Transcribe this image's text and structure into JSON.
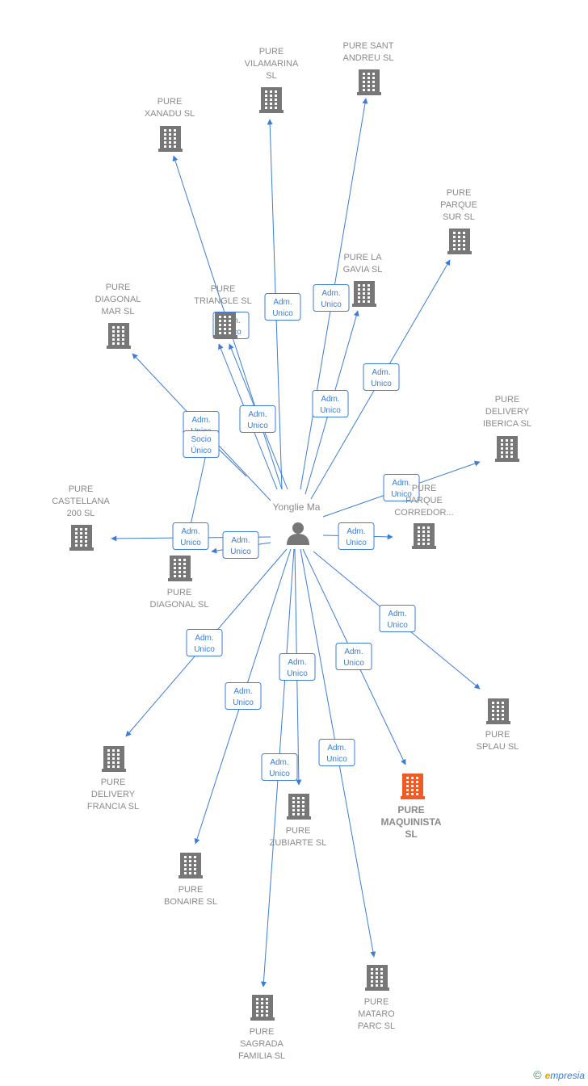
{
  "colors": {
    "edge": "#3b7dd8",
    "node": "#777777",
    "highlight": "#f15a24",
    "label": "#8a8a8a"
  },
  "center": {
    "name": "Yonglie Ma",
    "icon": "person-icon"
  },
  "nodes": [
    {
      "id": "vilamarina",
      "lines": [
        "PURE",
        "VILAMARINA",
        "SL"
      ],
      "icon": "building-icon"
    },
    {
      "id": "sant-andreu",
      "lines": [
        "PURE SANT",
        "ANDREU  SL"
      ],
      "icon": "building-icon"
    },
    {
      "id": "xanadu",
      "lines": [
        "PURE",
        "XANADU  SL"
      ],
      "icon": "building-icon"
    },
    {
      "id": "parque-sur",
      "lines": [
        "PURE",
        "PARQUE",
        "SUR  SL"
      ],
      "icon": "building-icon"
    },
    {
      "id": "la-gavia",
      "lines": [
        "PURE LA",
        "GAVIA  SL"
      ],
      "icon": "building-icon"
    },
    {
      "id": "triangle",
      "lines": [
        "PURE",
        "TRIANGLE  SL"
      ],
      "icon": "building-icon"
    },
    {
      "id": "diagonal-mar",
      "lines": [
        "PURE",
        "DIAGONAL",
        "MAR  SL"
      ],
      "icon": "building-icon"
    },
    {
      "id": "delivery-iberica",
      "lines": [
        "PURE",
        "DELIVERY",
        "IBERICA  SL"
      ],
      "icon": "building-icon"
    },
    {
      "id": "parque-corredor",
      "lines": [
        "PURE",
        "PARQUE",
        "CORREDOR..."
      ],
      "icon": "building-icon"
    },
    {
      "id": "castellana",
      "lines": [
        "PURE",
        "CASTELLANA",
        "200  SL"
      ],
      "icon": "building-icon"
    },
    {
      "id": "diagonal",
      "lines": [
        "PURE",
        "DIAGONAL  SL"
      ],
      "icon": "building-icon"
    },
    {
      "id": "splau",
      "lines": [
        "PURE",
        "SPLAU  SL"
      ],
      "icon": "building-icon"
    },
    {
      "id": "delivery-francia",
      "lines": [
        "PURE",
        "DELIVERY",
        "FRANCIA  SL"
      ],
      "icon": "building-icon"
    },
    {
      "id": "maquinista",
      "lines": [
        "PURE",
        "MAQUINISTA",
        "SL"
      ],
      "icon": "building-icon",
      "highlight": true
    },
    {
      "id": "zubiarte",
      "lines": [
        "PURE",
        "ZUBIARTE  SL"
      ],
      "icon": "building-icon"
    },
    {
      "id": "bonaire",
      "lines": [
        "PURE",
        "BONAIRE  SL"
      ],
      "icon": "building-icon"
    },
    {
      "id": "mataro-parc",
      "lines": [
        "PURE",
        "MATARO",
        "PARC  SL"
      ],
      "icon": "building-icon"
    },
    {
      "id": "sagrada-familia",
      "lines": [
        "PURE",
        "SAGRADA",
        "FAMILIA  SL"
      ],
      "icon": "building-icon"
    }
  ],
  "relations": [
    {
      "target": "vilamarina",
      "lines": [
        "Adm.",
        "Unico"
      ]
    },
    {
      "target": "sant-andreu",
      "lines": [
        "Adm.",
        "Unico"
      ]
    },
    {
      "target": "xanadu",
      "lines": [
        "Adm.",
        "Unico"
      ]
    },
    {
      "target": "parque-sur",
      "lines": [
        "Adm.",
        "Unico"
      ]
    },
    {
      "target": "la-gavia",
      "lines": [
        "Adm.",
        "Unico"
      ]
    },
    {
      "target": "triangle",
      "lines": [
        "Adm.",
        "Unico"
      ]
    },
    {
      "target": "triangle",
      "lines": [
        "Adm.",
        "Unico"
      ]
    },
    {
      "target": "diagonal-mar",
      "lines": [
        "Adm.",
        "Unico"
      ]
    },
    {
      "target": "delivery-iberica",
      "lines": [
        "Adm.",
        "Unico"
      ]
    },
    {
      "target": "parque-corredor",
      "lines": [
        "Adm.",
        "Unico"
      ]
    },
    {
      "target": "castellana",
      "lines": [
        "Adm.",
        "Unico"
      ]
    },
    {
      "target": "diagonal",
      "lines": [
        "Adm.",
        "Unico"
      ]
    },
    {
      "target": "diagonal",
      "lines": [
        "Socio",
        "Único"
      ]
    },
    {
      "target": "splau",
      "lines": [
        "Adm.",
        "Unico"
      ]
    },
    {
      "target": "delivery-francia",
      "lines": [
        "Adm.",
        "Unico"
      ]
    },
    {
      "target": "maquinista",
      "lines": [
        "Adm.",
        "Unico"
      ]
    },
    {
      "target": "zubiarte",
      "lines": [
        "Adm.",
        "Unico"
      ]
    },
    {
      "target": "bonaire",
      "lines": [
        "Adm.",
        "Unico"
      ]
    },
    {
      "target": "mataro-parc",
      "lines": [
        "Adm.",
        "Unico"
      ]
    },
    {
      "target": "sagrada-familia",
      "lines": [
        "Adm.",
        "Unico"
      ]
    },
    {
      "target": "la-gavia",
      "lines": [
        "Adm.",
        "Unico"
      ]
    }
  ],
  "watermark": {
    "copyright": "©",
    "brand_initial": "e",
    "brand_rest": "mpresia"
  }
}
